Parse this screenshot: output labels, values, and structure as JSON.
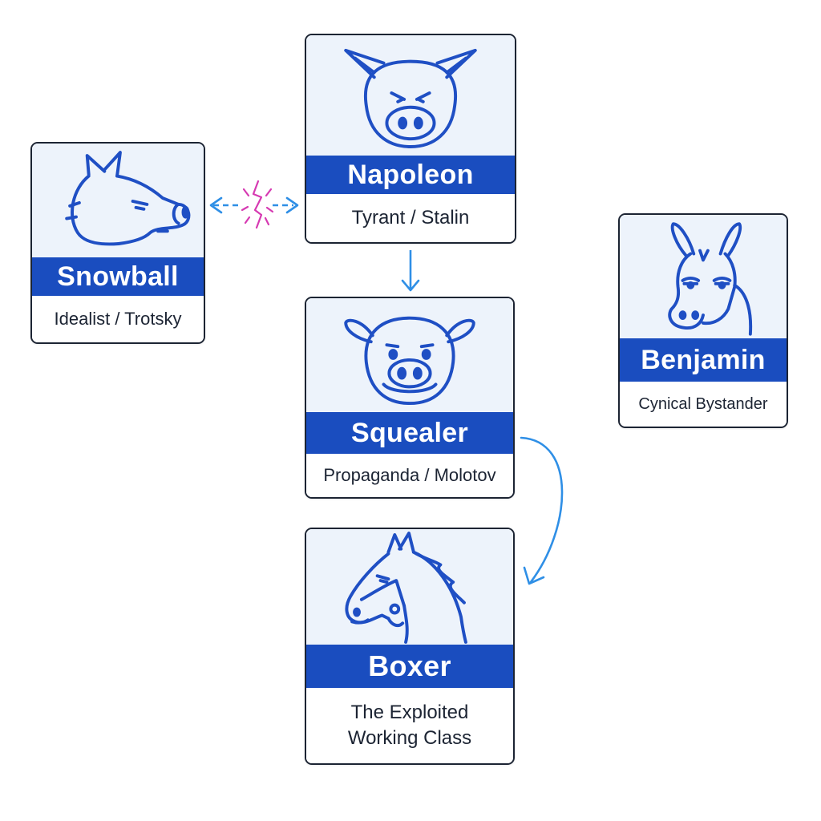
{
  "colors": {
    "band": "#1a4dbf",
    "portrait_bg": "#edf3fb",
    "border": "#1c2433",
    "line_art": "#1f4fc4",
    "arrow": "#2f8fe6",
    "conflict": "#d63ab2"
  },
  "characters": [
    {
      "id": "napoleon",
      "name": "Napoleon",
      "role": "Tyrant / Stalin",
      "icon": "angry-pig-icon"
    },
    {
      "id": "snowball",
      "name": "Snowball",
      "role": "Idealist / Trotsky",
      "icon": "pig-profile-icon"
    },
    {
      "id": "squealer",
      "name": "Squealer",
      "role": "Propaganda / Molotov",
      "icon": "smiling-pig-icon"
    },
    {
      "id": "boxer",
      "name": "Boxer",
      "role": "The Exploited Working Class",
      "icon": "horse-icon"
    },
    {
      "id": "benjamin",
      "name": "Benjamin",
      "role": "Cynical Bystander",
      "icon": "donkey-icon"
    }
  ],
  "connections": [
    {
      "from": "snowball",
      "to": "napoleon",
      "kind": "conflict",
      "icon": "lightning-conflict-icon"
    },
    {
      "from": "napoleon",
      "to": "squealer",
      "kind": "directs"
    },
    {
      "from": "squealer",
      "to": "boxer",
      "kind": "influences"
    }
  ]
}
